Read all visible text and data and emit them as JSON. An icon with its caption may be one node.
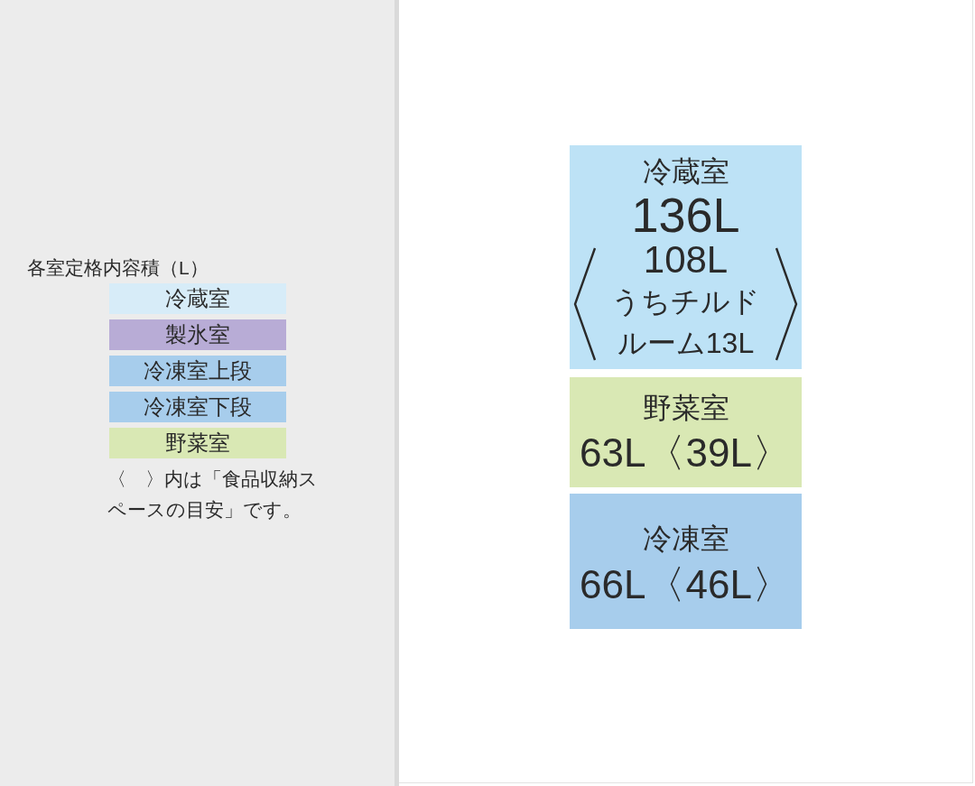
{
  "diagram": {
    "title": "各室定格内容積（L）",
    "nodes": [
      {
        "text": [
          "冷蔵室",
          "136L",
          "108L",
          "うちチルドルーム13L"
        ]
      },
      {
        "text": [
          "野菜室",
          "63L〈39L〉"
        ]
      },
      {
        "text": [
          "冷凍室",
          "66L〈46L〉"
        ]
      }
    ],
    "labels": [
      "〈　〉内は「食品収納スペースの目安」です。"
    ],
    "legend": [
      {
        "text": "冷蔵室",
        "color": "#d7ecf8"
      },
      {
        "text": "製氷室",
        "color": "#b8acd6"
      },
      {
        "text": "冷凍室上段",
        "color": "#a7cdec"
      },
      {
        "text": "冷凍室下段",
        "color": "#a7cdec"
      },
      {
        "text": "野菜室",
        "color": "#d9e8b4"
      }
    ]
  }
}
